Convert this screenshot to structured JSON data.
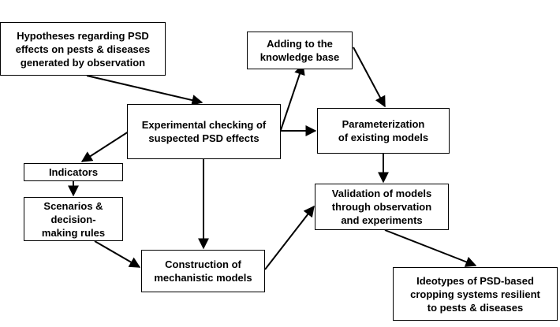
{
  "nodes": {
    "hypotheses": "Hypotheses regarding PSD\neffects on pests & diseases\ngenerated by observation",
    "knowledge": "Adding to the\nknowledge base",
    "experimental": "Experimental checking of\nsuspected PSD effects",
    "parameterization": "Parameterization\nof existing models",
    "indicators": "Indicators",
    "validation": "Validation of models\nthrough observation\nand experiments",
    "scenarios": "Scenarios &\ndecision-\nmaking rules",
    "construction": "Construction of\nmechanistic models",
    "ideotypes": "Ideotypes of PSD-based\ncropping systems resilient\nto pests & diseases"
  },
  "colors": {
    "line": "#000000",
    "box_border": "#000000",
    "background": "#ffffff"
  }
}
